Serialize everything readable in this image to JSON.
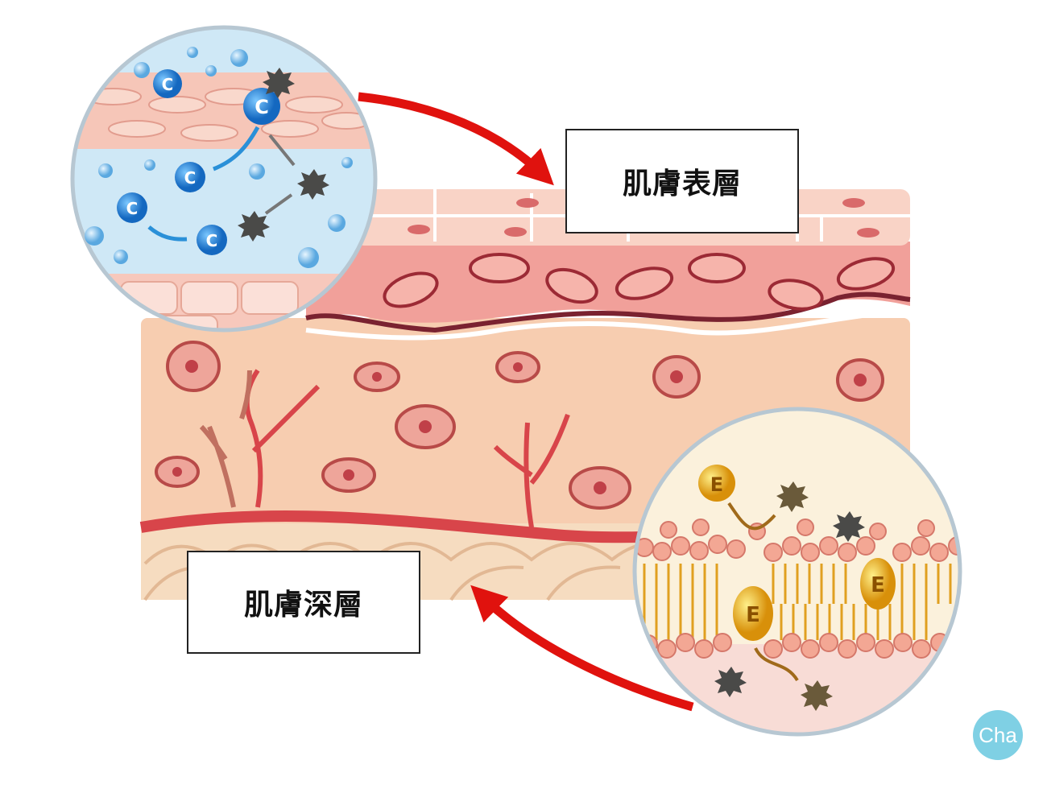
{
  "labels": {
    "surface_layer": "肌膚表層",
    "deep_layer": "肌膚深層"
  },
  "insets": {
    "vitamin_c_symbol": "C",
    "vitamin_e_symbol": "E"
  },
  "logo": {
    "text": "Cha"
  },
  "colors": {
    "arrow": "#e0120e",
    "vitamin_c": "#1e88d8",
    "vitamin_e": "#f0b020",
    "logo": "#7fd0e4"
  }
}
